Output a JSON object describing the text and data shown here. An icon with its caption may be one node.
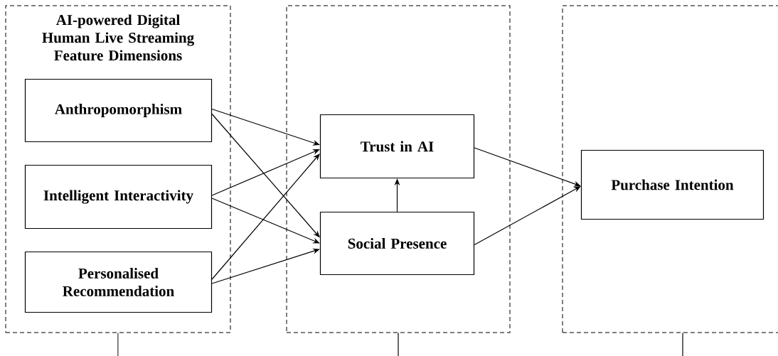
{
  "diagram": {
    "nodes": [
      {
        "text": [
          "AI-powered Digital Human Live Streaming Feature Dimensions"
        ]
      },
      {
        "text": [
          "Anthropomorphism"
        ],
        "in": 0
      },
      {
        "text": [
          "Intelligent Interactivity"
        ],
        "in": 0
      },
      {
        "text": [
          "Personalised Recommendation"
        ],
        "in": 0
      },
      {
        "text": [],
        "shape": "box"
      },
      {
        "text": [
          "Trust in AI"
        ],
        "in": 4
      },
      {
        "text": [
          "Social Presence"
        ],
        "in": 4
      },
      {
        "text": [],
        "shape": "box"
      },
      {
        "text": [
          "Purchase Intention"
        ],
        "in": 7
      }
    ],
    "edges": [
      {
        "from": 1,
        "to": 5,
        "arrow": "to"
      },
      {
        "from": 1,
        "to": 6,
        "arrow": "to"
      },
      {
        "from": 2,
        "to": 5,
        "arrow": "to"
      },
      {
        "from": 2,
        "to": 6,
        "arrow": "to"
      },
      {
        "from": 3,
        "to": 5,
        "arrow": "to"
      },
      {
        "from": 3,
        "to": 6,
        "arrow": "to"
      },
      {
        "from": 6,
        "to": 5,
        "arrow": "to"
      },
      {
        "from": 5,
        "to": 8,
        "arrow": "to"
      },
      {
        "from": 6,
        "to": 8,
        "arrow": "to"
      },
      {
        "from": 0,
        "to": null,
        "arrow": "none"
      },
      {
        "from": 4,
        "to": null,
        "arrow": "none"
      },
      {
        "from": 7,
        "to": null,
        "arrow": "none"
      }
    ]
  }
}
